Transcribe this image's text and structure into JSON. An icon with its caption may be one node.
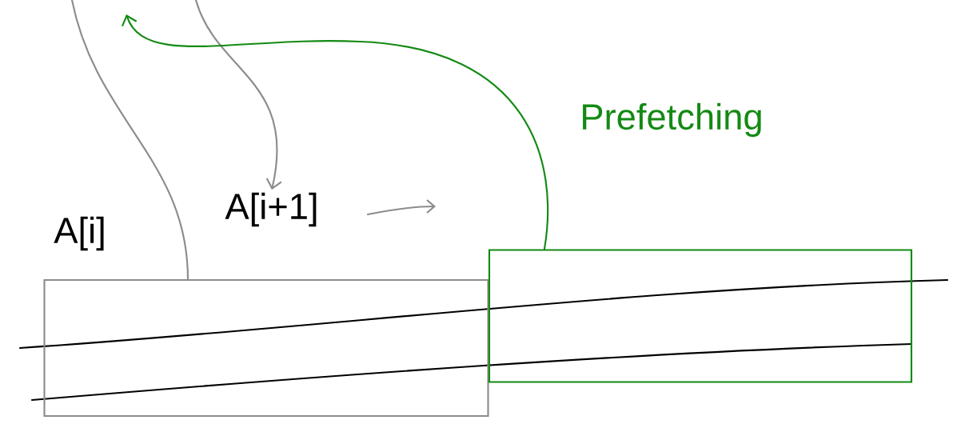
{
  "diagram": {
    "nodes": [
      {
        "text": [],
        "shape": "box"
      },
      {
        "text": [],
        "shape": "box"
      },
      {
        "text": [
          "A[i+1]"
        ]
      }
    ],
    "edges": [
      {
        "from": null,
        "to": 0,
        "arrow": "none"
      },
      {
        "from": null,
        "to": 2,
        "arrow": "to"
      },
      {
        "from": 1,
        "to": null,
        "arrow": "to",
        "label": "Prefetching",
        "color": "#138a13"
      }
    ],
    "labels": [
      "A[i]"
    ]
  }
}
